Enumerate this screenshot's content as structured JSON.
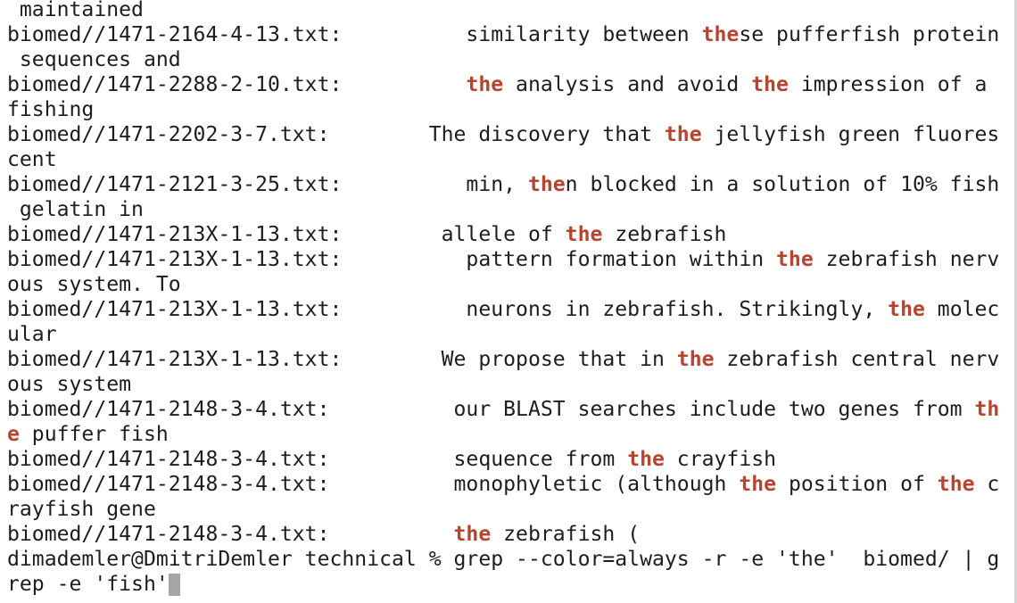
{
  "terminal": {
    "highlight_color": "#b8432e",
    "lines": [
      [
        {
          "t": " maintained"
        }
      ],
      [
        {
          "t": "biomed//1471-2164-4-13.txt:          similarity between "
        },
        {
          "t": "the",
          "hl": true
        },
        {
          "t": "se pufferfish protein"
        }
      ],
      [
        {
          "t": " sequences and"
        }
      ],
      [
        {
          "t": "biomed//1471-2288-2-10.txt:          "
        },
        {
          "t": "the",
          "hl": true
        },
        {
          "t": " analysis and avoid "
        },
        {
          "t": "the",
          "hl": true
        },
        {
          "t": " impression of a"
        }
      ],
      [
        {
          "t": "fishing"
        }
      ],
      [
        {
          "t": "biomed//1471-2202-3-7.txt:        The discovery that "
        },
        {
          "t": "the",
          "hl": true
        },
        {
          "t": " jellyfish green fluores"
        }
      ],
      [
        {
          "t": "cent"
        }
      ],
      [
        {
          "t": "biomed//1471-2121-3-25.txt:          min, "
        },
        {
          "t": "the",
          "hl": true
        },
        {
          "t": "n blocked in a solution of 10% fish"
        }
      ],
      [
        {
          "t": " gelatin in"
        }
      ],
      [
        {
          "t": "biomed//1471-213X-1-13.txt:        allele of "
        },
        {
          "t": "the",
          "hl": true
        },
        {
          "t": " zebrafish"
        }
      ],
      [
        {
          "t": "biomed//1471-213X-1-13.txt:          pattern formation within "
        },
        {
          "t": "the",
          "hl": true
        },
        {
          "t": " zebrafish nerv"
        }
      ],
      [
        {
          "t": "ous system. To"
        }
      ],
      [
        {
          "t": "biomed//1471-213X-1-13.txt:          neurons in zebrafish. Strikingly, "
        },
        {
          "t": "the",
          "hl": true
        },
        {
          "t": " molec"
        }
      ],
      [
        {
          "t": "ular"
        }
      ],
      [
        {
          "t": "biomed//1471-213X-1-13.txt:        We propose that in "
        },
        {
          "t": "the",
          "hl": true
        },
        {
          "t": " zebrafish central nerv"
        }
      ],
      [
        {
          "t": "ous system"
        }
      ],
      [
        {
          "t": "biomed//1471-2148-3-4.txt:          our BLAST searches include two genes from "
        },
        {
          "t": "th",
          "hl": true
        }
      ],
      [
        {
          "t": "e",
          "hl": true
        },
        {
          "t": " puffer fish"
        }
      ],
      [
        {
          "t": "biomed//1471-2148-3-4.txt:          sequence from "
        },
        {
          "t": "the",
          "hl": true
        },
        {
          "t": " crayfish"
        }
      ],
      [
        {
          "t": "biomed//1471-2148-3-4.txt:          monophyletic (although "
        },
        {
          "t": "the",
          "hl": true
        },
        {
          "t": " position of "
        },
        {
          "t": "the",
          "hl": true
        },
        {
          "t": " c"
        }
      ],
      [
        {
          "t": "rayfish gene"
        }
      ],
      [
        {
          "t": "biomed//1471-2148-3-4.txt:          "
        },
        {
          "t": "the",
          "hl": true
        },
        {
          "t": " zebrafish ("
        }
      ],
      [
        {
          "t": "dimademler@DmitriDemler technical % grep --color=always -r -e 'the'  biomed/ | g"
        }
      ],
      [
        {
          "t": "rep -e 'fish'"
        },
        {
          "cursor": true
        }
      ]
    ]
  }
}
